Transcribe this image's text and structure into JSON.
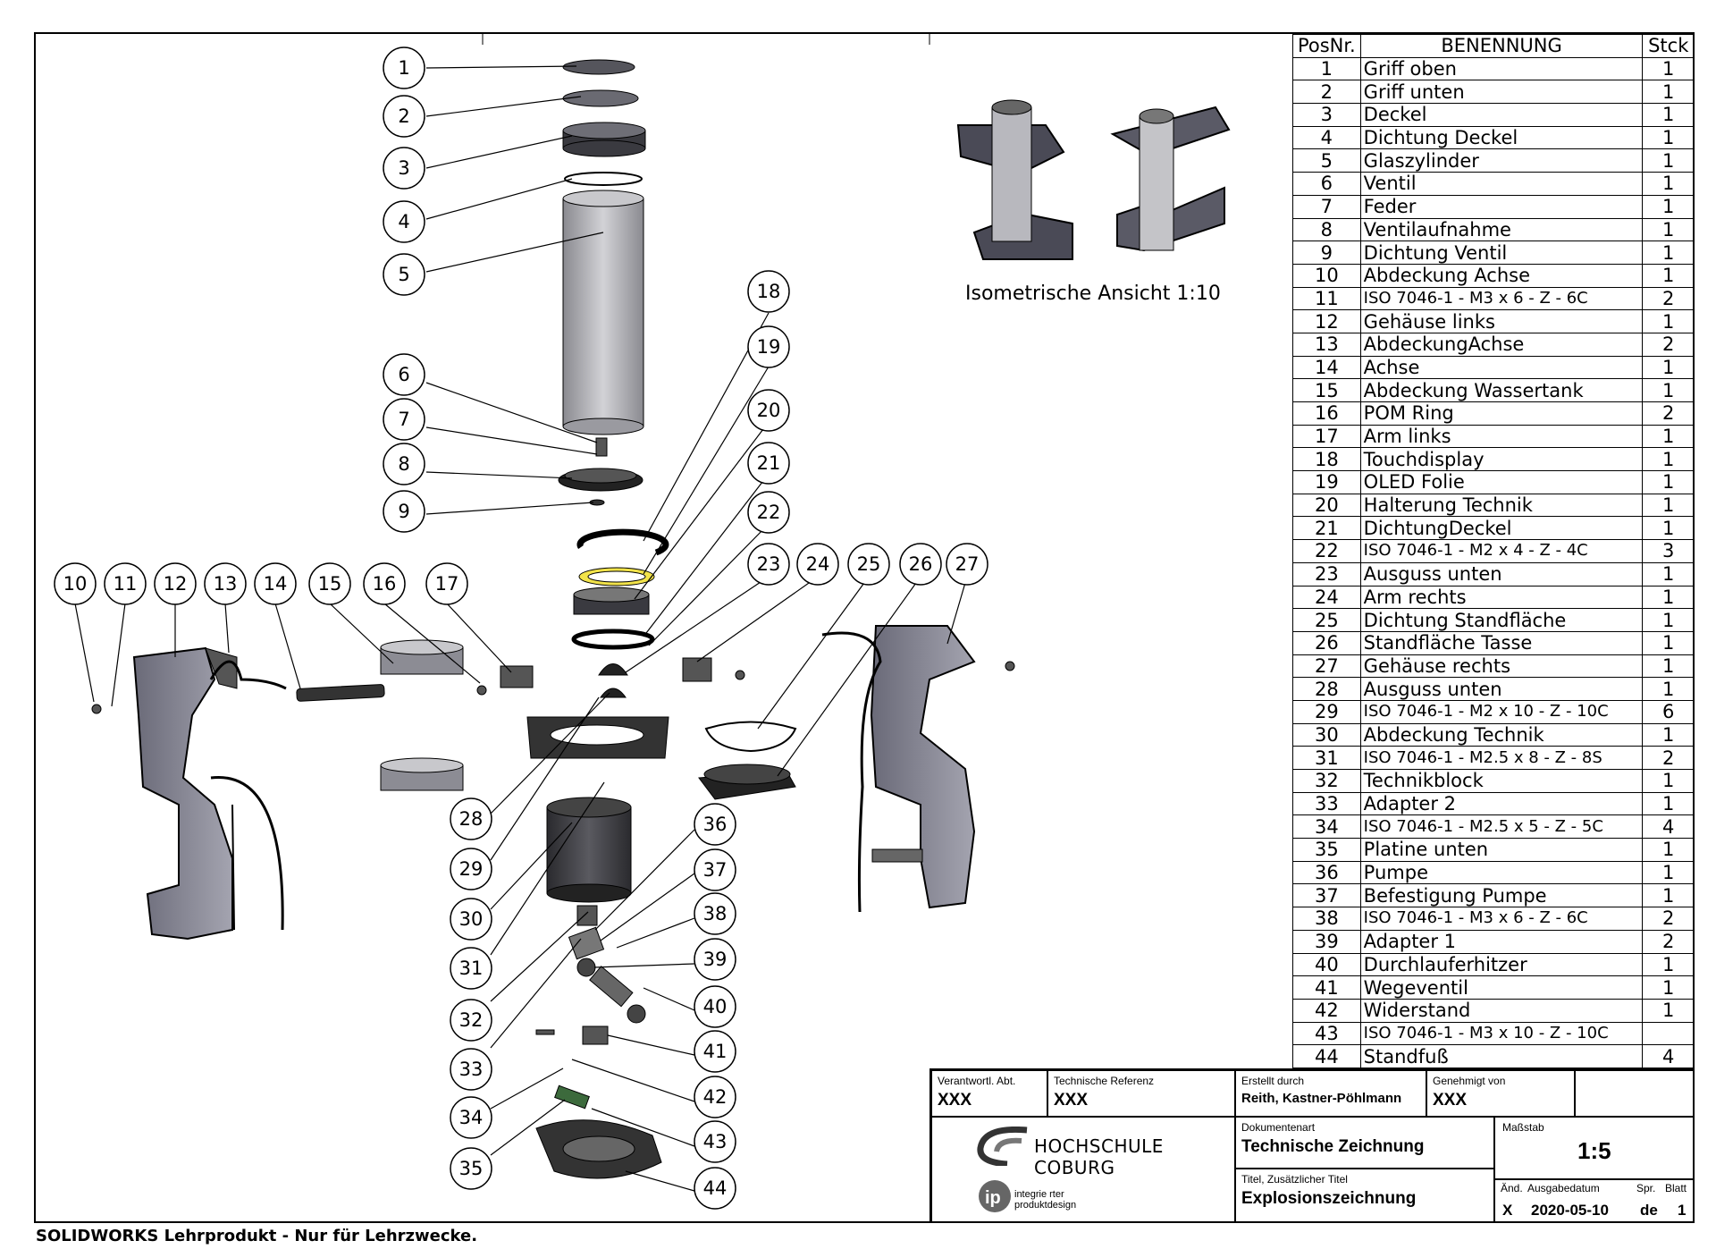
{
  "bom": {
    "headers": [
      "PosNr.",
      "BENENNUNG",
      "Stck"
    ],
    "rows": [
      [
        "1",
        "Griff oben",
        "1"
      ],
      [
        "2",
        "Griff unten",
        "1"
      ],
      [
        "3",
        "Deckel",
        "1"
      ],
      [
        "4",
        "Dichtung Deckel",
        "1"
      ],
      [
        "5",
        "Glaszylinder",
        "1"
      ],
      [
        "6",
        "Ventil",
        "1"
      ],
      [
        "7",
        "Feder",
        "1"
      ],
      [
        "8",
        "Ventilaufnahme",
        "1"
      ],
      [
        "9",
        "Dichtung Ventil",
        "1"
      ],
      [
        "10",
        "Abdeckung Achse",
        "1"
      ],
      [
        "11",
        "ISO 7046-1 - M3 x 6 - Z - 6C",
        "2"
      ],
      [
        "12",
        "Gehäuse links",
        "1"
      ],
      [
        "13",
        "AbdeckungAchse",
        "2"
      ],
      [
        "14",
        "Achse",
        "1"
      ],
      [
        "15",
        "Abdeckung Wassertank",
        "1"
      ],
      [
        "16",
        "POM Ring",
        "2"
      ],
      [
        "17",
        "Arm links",
        "1"
      ],
      [
        "18",
        "Touchdisplay",
        "1"
      ],
      [
        "19",
        "OLED Folie",
        "1"
      ],
      [
        "20",
        "Halterung Technik",
        "1"
      ],
      [
        "21",
        "DichtungDeckel",
        "1"
      ],
      [
        "22",
        "ISO 7046-1 - M2 x 4 - Z - 4C",
        "3"
      ],
      [
        "23",
        "Ausguss unten",
        "1"
      ],
      [
        "24",
        "Arm rechts",
        "1"
      ],
      [
        "25",
        "Dichtung Standfläche",
        "1"
      ],
      [
        "26",
        "Standfläche Tasse",
        "1"
      ],
      [
        "27",
        "Gehäuse rechts",
        "1"
      ],
      [
        "28",
        "Ausguss unten",
        "1"
      ],
      [
        "29",
        "ISO 7046-1 - M2 x 10 - Z - 10C",
        "6"
      ],
      [
        "30",
        "Abdeckung Technik",
        "1"
      ],
      [
        "31",
        "ISO 7046-1 - M2.5 x 8 - Z - 8S",
        "2"
      ],
      [
        "32",
        "Technikblock",
        "1"
      ],
      [
        "33",
        "Adapter 2",
        "1"
      ],
      [
        "34",
        "ISO 7046-1 - M2.5 x 5 - Z - 5C",
        "4"
      ],
      [
        "35",
        "Platine unten",
        "1"
      ],
      [
        "36",
        "Pumpe",
        "1"
      ],
      [
        "37",
        "Befestigung Pumpe",
        "1"
      ],
      [
        "38",
        "ISO 7046-1 - M3 x 6 - Z - 6C",
        "2"
      ],
      [
        "39",
        "Adapter 1",
        "2"
      ],
      [
        "40",
        "Durchlauferhitzer",
        "1"
      ],
      [
        "41",
        "Wegeventil",
        "1"
      ],
      [
        "42",
        "Widerstand",
        "1"
      ],
      [
        "43",
        "ISO 7046-1 - M3 x 10 - Z - 10C",
        ""
      ],
      [
        "44",
        "Standfuß",
        "4"
      ]
    ]
  },
  "iso_caption": "Isometrische Ansicht 1:10",
  "title_block": {
    "verantw_label": "Verantwortl. Abt.",
    "verantw_value": "XXX",
    "techref_label": "Technische Referenz",
    "techref_value": "XXX",
    "erstellt_label": "Erstellt durch",
    "erstellt_value": "Reith, Kastner-Pöhlmann",
    "genehmigt_label": "Genehmigt von",
    "genehmigt_value": "XXX",
    "school_name": "HOCHSCHULE COBURG",
    "ip_logo_text": "integrie rter produktdesign",
    "dokart_label": "Dokumentenart",
    "dokart_value": "Technische Zeichnung",
    "titel_label": "Titel, Zusätzlicher Titel",
    "titel_value": "Explosionszeichnung",
    "massstab_label": "Maßstab",
    "massstab_value": "1:5",
    "aend_label": "Änd.",
    "ausgabe_label": "Ausgabedatum",
    "spr_label": "Spr.",
    "blatt_label": "Blatt",
    "aend_value": "X",
    "ausgabe_value": "2020-05-10",
    "spr_value": "de",
    "blatt_value": "1"
  },
  "footer_note": "SOLIDWORKS Lehrprodukt - Nur für Lehrzwecke.",
  "balloons": [
    "1",
    "2",
    "3",
    "4",
    "5",
    "6",
    "7",
    "8",
    "9",
    "10",
    "11",
    "12",
    "13",
    "14",
    "15",
    "16",
    "17",
    "18",
    "19",
    "20",
    "21",
    "22",
    "23",
    "24",
    "25",
    "26",
    "27",
    "28",
    "29",
    "30",
    "31",
    "32",
    "33",
    "34",
    "35",
    "36",
    "37",
    "38",
    "39",
    "40",
    "41",
    "42",
    "43",
    "44"
  ]
}
